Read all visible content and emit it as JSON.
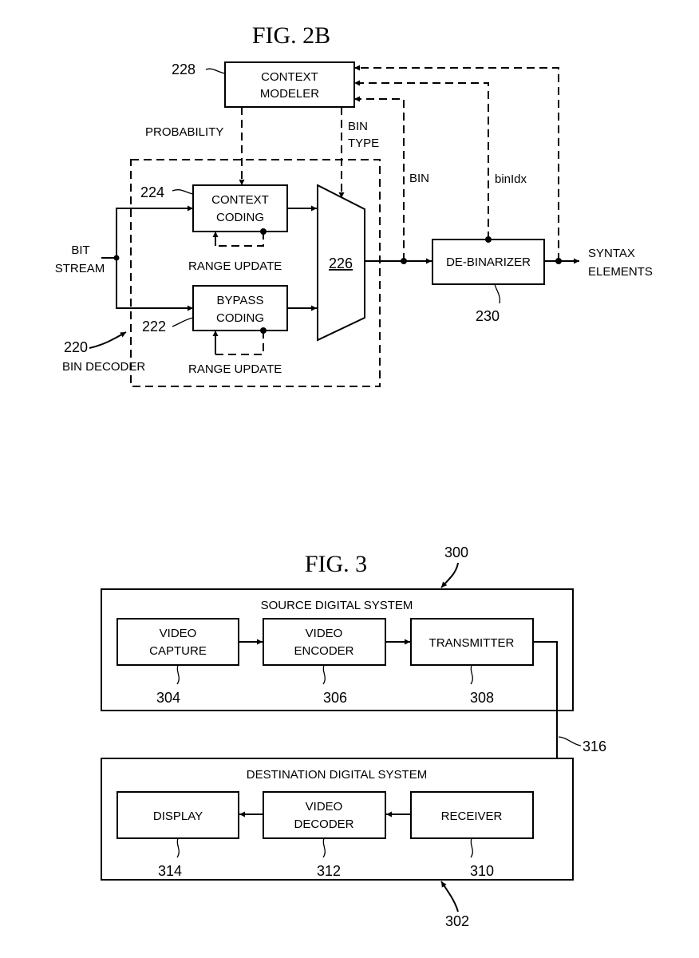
{
  "fig2b": {
    "title": "FIG. 2B",
    "context_modeler": {
      "ref": "228",
      "line1": "CONTEXT",
      "line2": "MODELER"
    },
    "probability_label": "PROBABILITY",
    "bin_type_label": {
      "line1": "BIN",
      "line2": "TYPE"
    },
    "bin_label": "BIN",
    "binidx_label": "binIdx",
    "context_coding": {
      "ref": "224",
      "line1": "CONTEXT",
      "line2": "CODING"
    },
    "bypass_coding": {
      "ref": "222",
      "line1": "BYPASS",
      "line2": "CODING"
    },
    "range_update_1": "RANGE UPDATE",
    "range_update_2": "RANGE UPDATE",
    "bit_stream": {
      "line1": "BIT",
      "line2": "STREAM"
    },
    "bin_decoder": {
      "ref": "220",
      "label": "BIN DECODER"
    },
    "mux_ref": "226",
    "debinarizer": {
      "ref": "230",
      "label": "DE-BINARIZER"
    },
    "syntax_elements": {
      "line1": "SYNTAX",
      "line2": "ELEMENTS"
    }
  },
  "fig3": {
    "title": "FIG. 3",
    "system_ref": "300",
    "source_system": {
      "label": "SOURCE DIGITAL SYSTEM"
    },
    "video_capture": {
      "line1": "VIDEO",
      "line2": "CAPTURE",
      "ref": "304"
    },
    "video_encoder": {
      "line1": "VIDEO",
      "line2": "ENCODER",
      "ref": "306"
    },
    "transmitter": {
      "label": "TRANSMITTER",
      "ref": "308"
    },
    "channel_ref": "316",
    "destination_system": {
      "label": "DESTINATION DIGITAL SYSTEM",
      "ref": "302"
    },
    "display": {
      "label": "DISPLAY",
      "ref": "314"
    },
    "video_decoder": {
      "line1": "VIDEO",
      "line2": "DECODER",
      "ref": "312"
    },
    "receiver": {
      "label": "RECEIVER",
      "ref": "310"
    }
  }
}
